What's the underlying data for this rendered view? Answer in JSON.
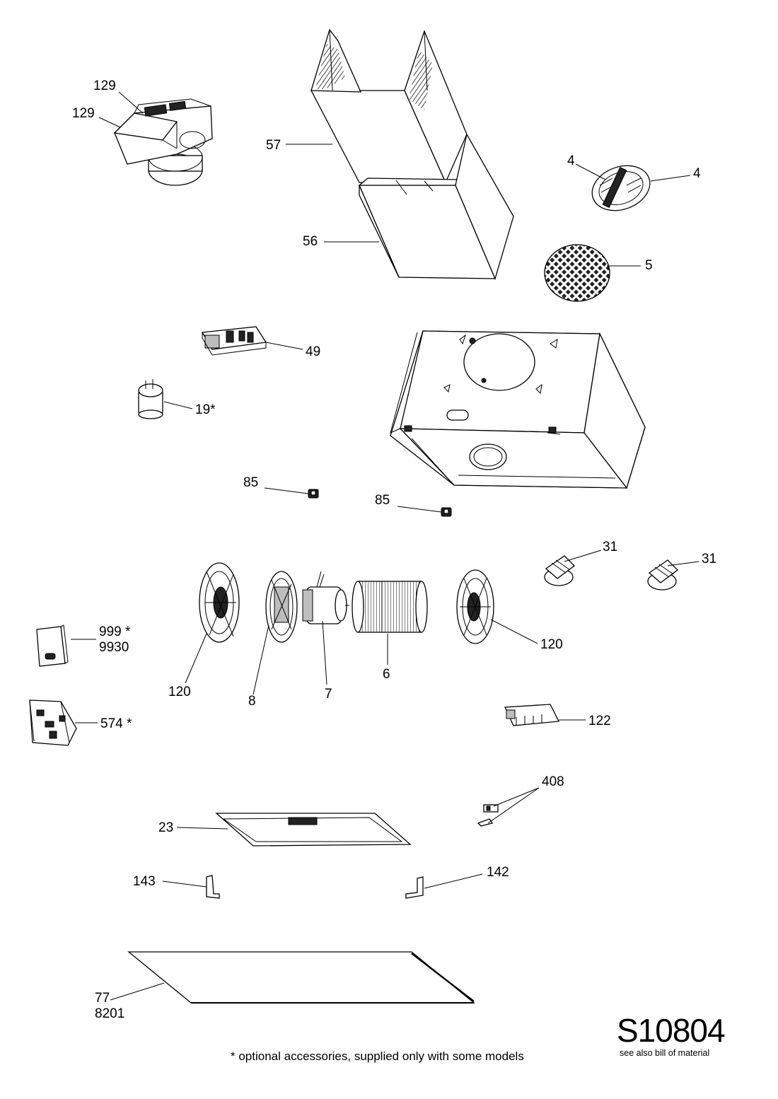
{
  "sheet": {
    "drawing_id": "S10804",
    "see_also": "see also bill of material",
    "footnote": "* optional accessories, supplied only with some models"
  },
  "callouts": {
    "c129a": "129",
    "c129b": "129",
    "c57": "57",
    "c56": "56",
    "c4a": "4",
    "c4b": "4",
    "c5": "5",
    "c49": "49",
    "c19": "19*",
    "c85a": "85",
    "c85b": "85",
    "c31a": "31",
    "c31b": "31",
    "c999": "999 *",
    "c9930": "9930",
    "c120a": "120",
    "c8": "8",
    "c7": "7",
    "c6": "6",
    "c120b": "120",
    "c574": "574 *",
    "c122": "122",
    "c408": "408",
    "c23": "23",
    "c143": "143",
    "c142": "142",
    "c77": "77",
    "c8201": "8201"
  }
}
